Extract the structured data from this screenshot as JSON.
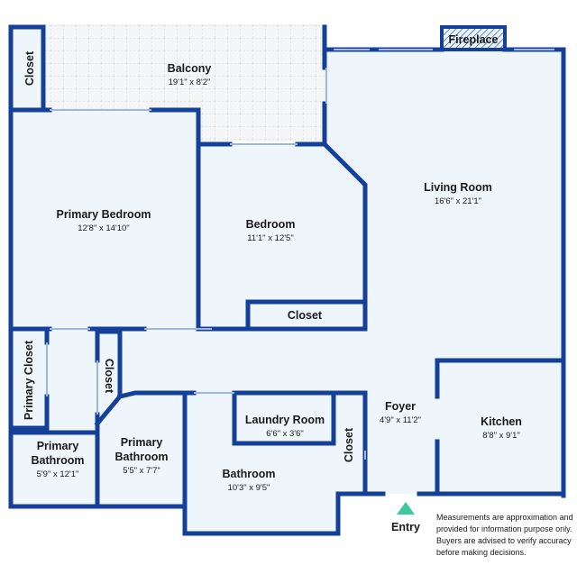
{
  "rooms": {
    "balcony": {
      "name": "Balcony",
      "dims": "19'1\" x 8'2\""
    },
    "primary_bedroom": {
      "name": "Primary Bedroom",
      "dims": "12'8\" x 14'10\""
    },
    "bedroom": {
      "name": "Bedroom",
      "dims": "11'1\" x 12'5\""
    },
    "living_room": {
      "name": "Living Room",
      "dims": "16'6\" x 21'1\""
    },
    "foyer": {
      "name": "Foyer",
      "dims": "4'9\" x 11'2\""
    },
    "kitchen": {
      "name": "Kitchen",
      "dims": "8'8\" x 9'1\""
    },
    "laundry_room": {
      "name": "Laundry Room",
      "dims": "6'6\" x 3'6\""
    },
    "bathroom": {
      "name": "Bathroom",
      "dims": "10'3\" x 9'5\""
    },
    "primary_bathroom_left": {
      "name_line1": "Primary",
      "name_line2": "Bathroom",
      "dims": "5'9\" x 12'1\""
    },
    "primary_bathroom_right": {
      "name_line1": "Primary",
      "name_line2": "Bathroom",
      "dims": "5'5\" x 7'7\""
    }
  },
  "labels": {
    "closet_top_left": "Closet",
    "closet_bedroom": "Closet",
    "closet_hall": "Closet",
    "closet_foyer": "Closet",
    "primary_closet": "Primary Closet",
    "fireplace": "Fireplace",
    "entry": "Entry"
  },
  "disclaimer": [
    "Measurements are approximation and",
    "provided for information purpose only.",
    "Buyers are advised to verify accuracy",
    "before making decisions."
  ],
  "colors": {
    "wall": "#14409a",
    "floor": "#eef6fb",
    "balcony_floor": "#f3f4f6",
    "entry_marker": "#3cc9a0"
  }
}
